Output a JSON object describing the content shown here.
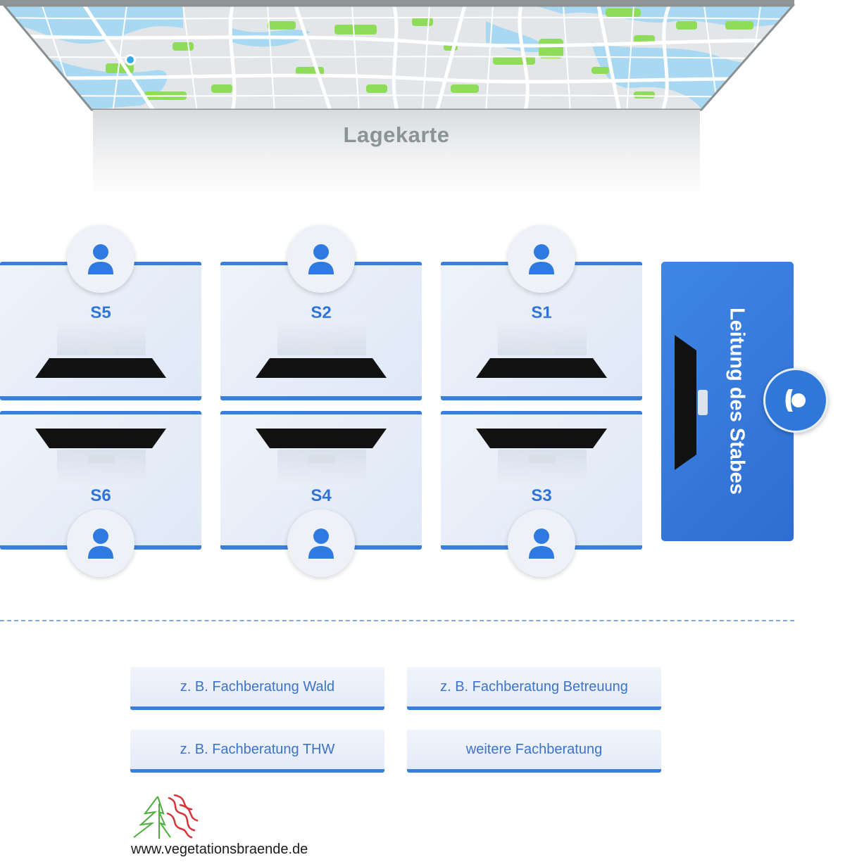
{
  "map": {
    "label": "Lagekarte"
  },
  "desks": [
    {
      "label": "S5",
      "row": "top"
    },
    {
      "label": "S2",
      "row": "top"
    },
    {
      "label": "S1",
      "row": "top"
    },
    {
      "label": "S6",
      "row": "bottom"
    },
    {
      "label": "S4",
      "row": "bottom"
    },
    {
      "label": "S3",
      "row": "bottom"
    }
  ],
  "lead": {
    "label": "Leitung des Stabes"
  },
  "fachberatung": [
    "z. B. Fachberatung Wald",
    "z. B. Fachberatung Betreuung",
    "z. B. Fachberatung THW",
    "weitere Fachberatung"
  ],
  "logo": {
    "url": "www.vegetationsbraende.de"
  },
  "icons": {
    "person": "person-icon",
    "lead_person": "person-icon",
    "logo": "flame-tree-logo-icon"
  },
  "colors": {
    "accent": "#3b7fdc",
    "lead_panel": "#2e6ed1",
    "desk_label": "#2f74d6",
    "map_label": "#8a9395"
  }
}
